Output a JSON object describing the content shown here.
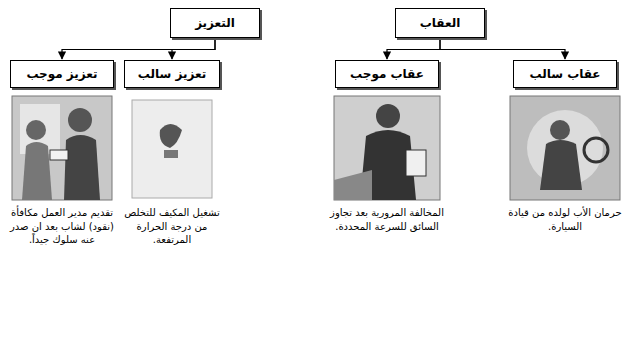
{
  "diagram": {
    "nodes": [
      {
        "text": [
          "التعزيز"
        ]
      },
      {
        "text": [
          "تعزيز موجب"
        ]
      },
      {
        "text": [
          "تعزيز سالب"
        ]
      },
      {
        "text": [
          "العقاب"
        ]
      },
      {
        "text": [
          "عقاب موجب"
        ]
      },
      {
        "text": [
          "عقاب سالب"
        ]
      }
    ],
    "edges": [
      {
        "from": 0,
        "to": 1,
        "arrow": "to"
      },
      {
        "from": 0,
        "to": 2,
        "arrow": "to"
      },
      {
        "from": 3,
        "to": 4,
        "arrow": "to"
      },
      {
        "from": 3,
        "to": 5,
        "arrow": "to"
      }
    ],
    "labels": [
      "تقديم مدير العمل مكافأة (نقود) لشاب بعد ان صدر عنه سلوك جيداً.",
      "تشغيل المكيف للتخلص من درجة الحرارة المرتفعة.",
      "المخالفة المرورية بعد تجاوز السائق للسرعة المحددة.",
      "حرمان الأب لولده من قيادة السيارة."
    ]
  }
}
